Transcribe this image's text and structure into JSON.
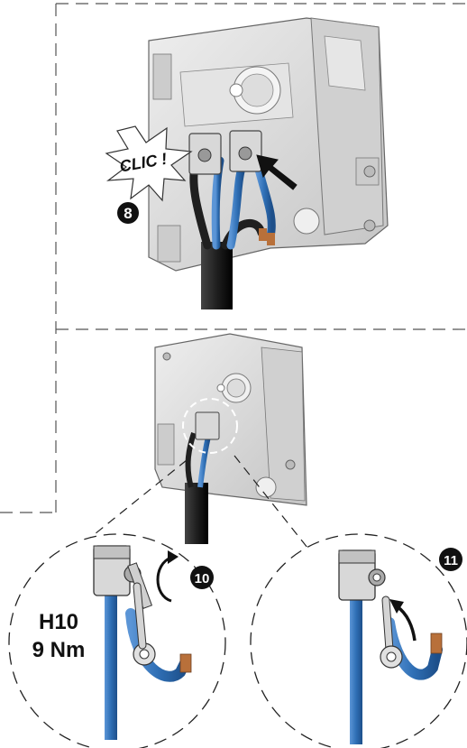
{
  "step1": {
    "callout": "CLIC !",
    "step_number": "8"
  },
  "step3": {
    "tool_size": "H10",
    "torque": "9 Nm",
    "step_number": "10"
  },
  "step4": {
    "step_number": "11"
  },
  "colors": {
    "cable_blue": "#2f6fb5",
    "cable_black": "#1f1f1f",
    "copper": "#b8703a",
    "plate_gray": "#d9d9d9",
    "dash": "#555555"
  }
}
